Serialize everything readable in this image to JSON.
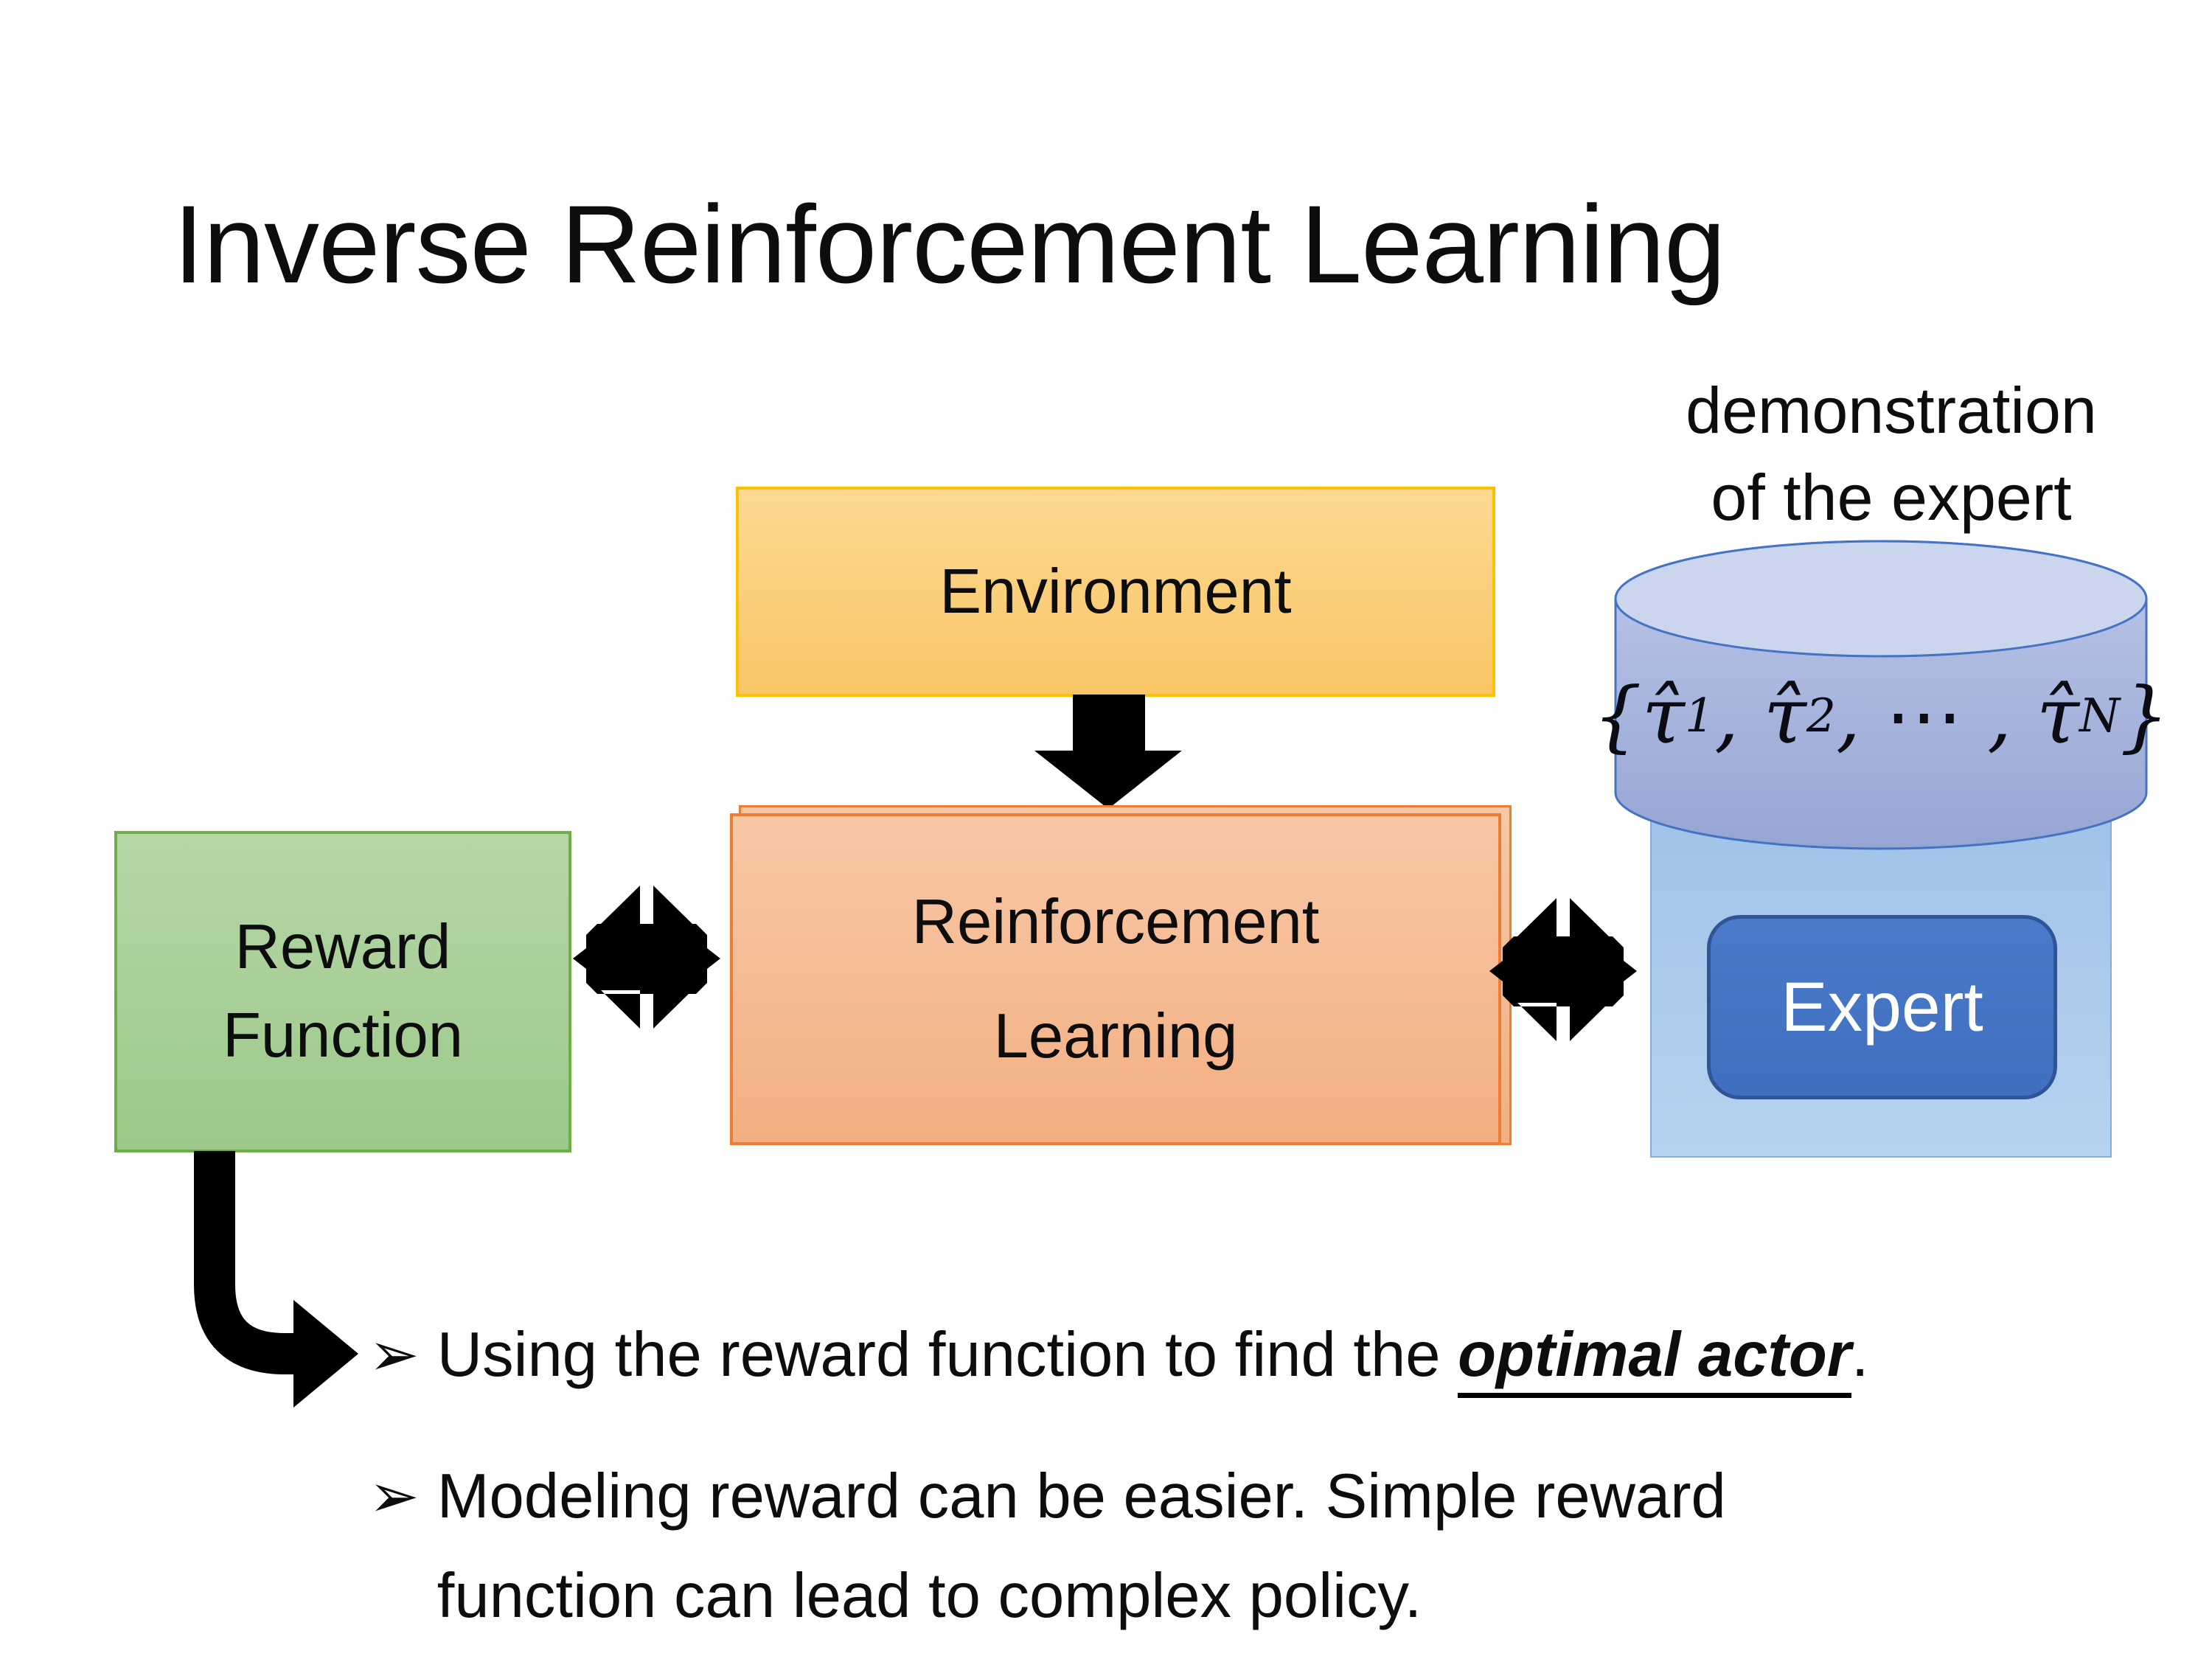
{
  "slide": {
    "title": "Inverse Reinforcement Learning",
    "demo_label": {
      "line1": "demonstration",
      "line2": "of the expert"
    },
    "environment": {
      "label": "Environment"
    },
    "reward": {
      "line1": "Reward",
      "line2": "Function"
    },
    "rl": {
      "line1": "Reinforcement",
      "line2": "Learning"
    },
    "expert": {
      "label": "Expert"
    },
    "formula": {
      "part1": "{τ̂",
      "sub1": "1",
      "part2": ", τ̂",
      "sub2": "2",
      "part3": ", ⋯ , τ̂",
      "subN": "N",
      "part4": "}"
    },
    "bullets": {
      "marker1": "➢",
      "marker2": "➢",
      "item1": {
        "pre": "Using the reward function to find the ",
        "emphasis": "optimal actor",
        "post": "."
      },
      "item2": {
        "text": "Modeling reward can be easier. Simple reward function can lead to complex policy."
      }
    },
    "colors": {
      "text": "#0D0D0D",
      "arrow": "#000000",
      "env_border": "#FFC000",
      "env_fill_top": "#FCD992",
      "env_fill_bottom": "#F9C666",
      "reward_border": "#70AD47",
      "reward_fill_top": "#B6D6A7",
      "reward_fill_bottom": "#9CC98A",
      "rl_border": "#ED7D31",
      "rl_fill_top": "#F8C8A6",
      "rl_fill_bottom": "#F2AF82",
      "expert_bg_border": "#85AEDC",
      "expert_bg_top": "#A0C2E8",
      "expert_bg_bottom": "#B7D2F0",
      "expert_border": "#2F5597",
      "expert_fill_top": "#4A7AC9",
      "expert_fill_bottom": "#3F6FBE",
      "cyl_border": "#4472C4",
      "cyl_fill_top": "#BCC7E8",
      "cyl_fill_bottom": "#96A5D4",
      "cyl_top_fill": "#CBD5EE"
    }
  }
}
